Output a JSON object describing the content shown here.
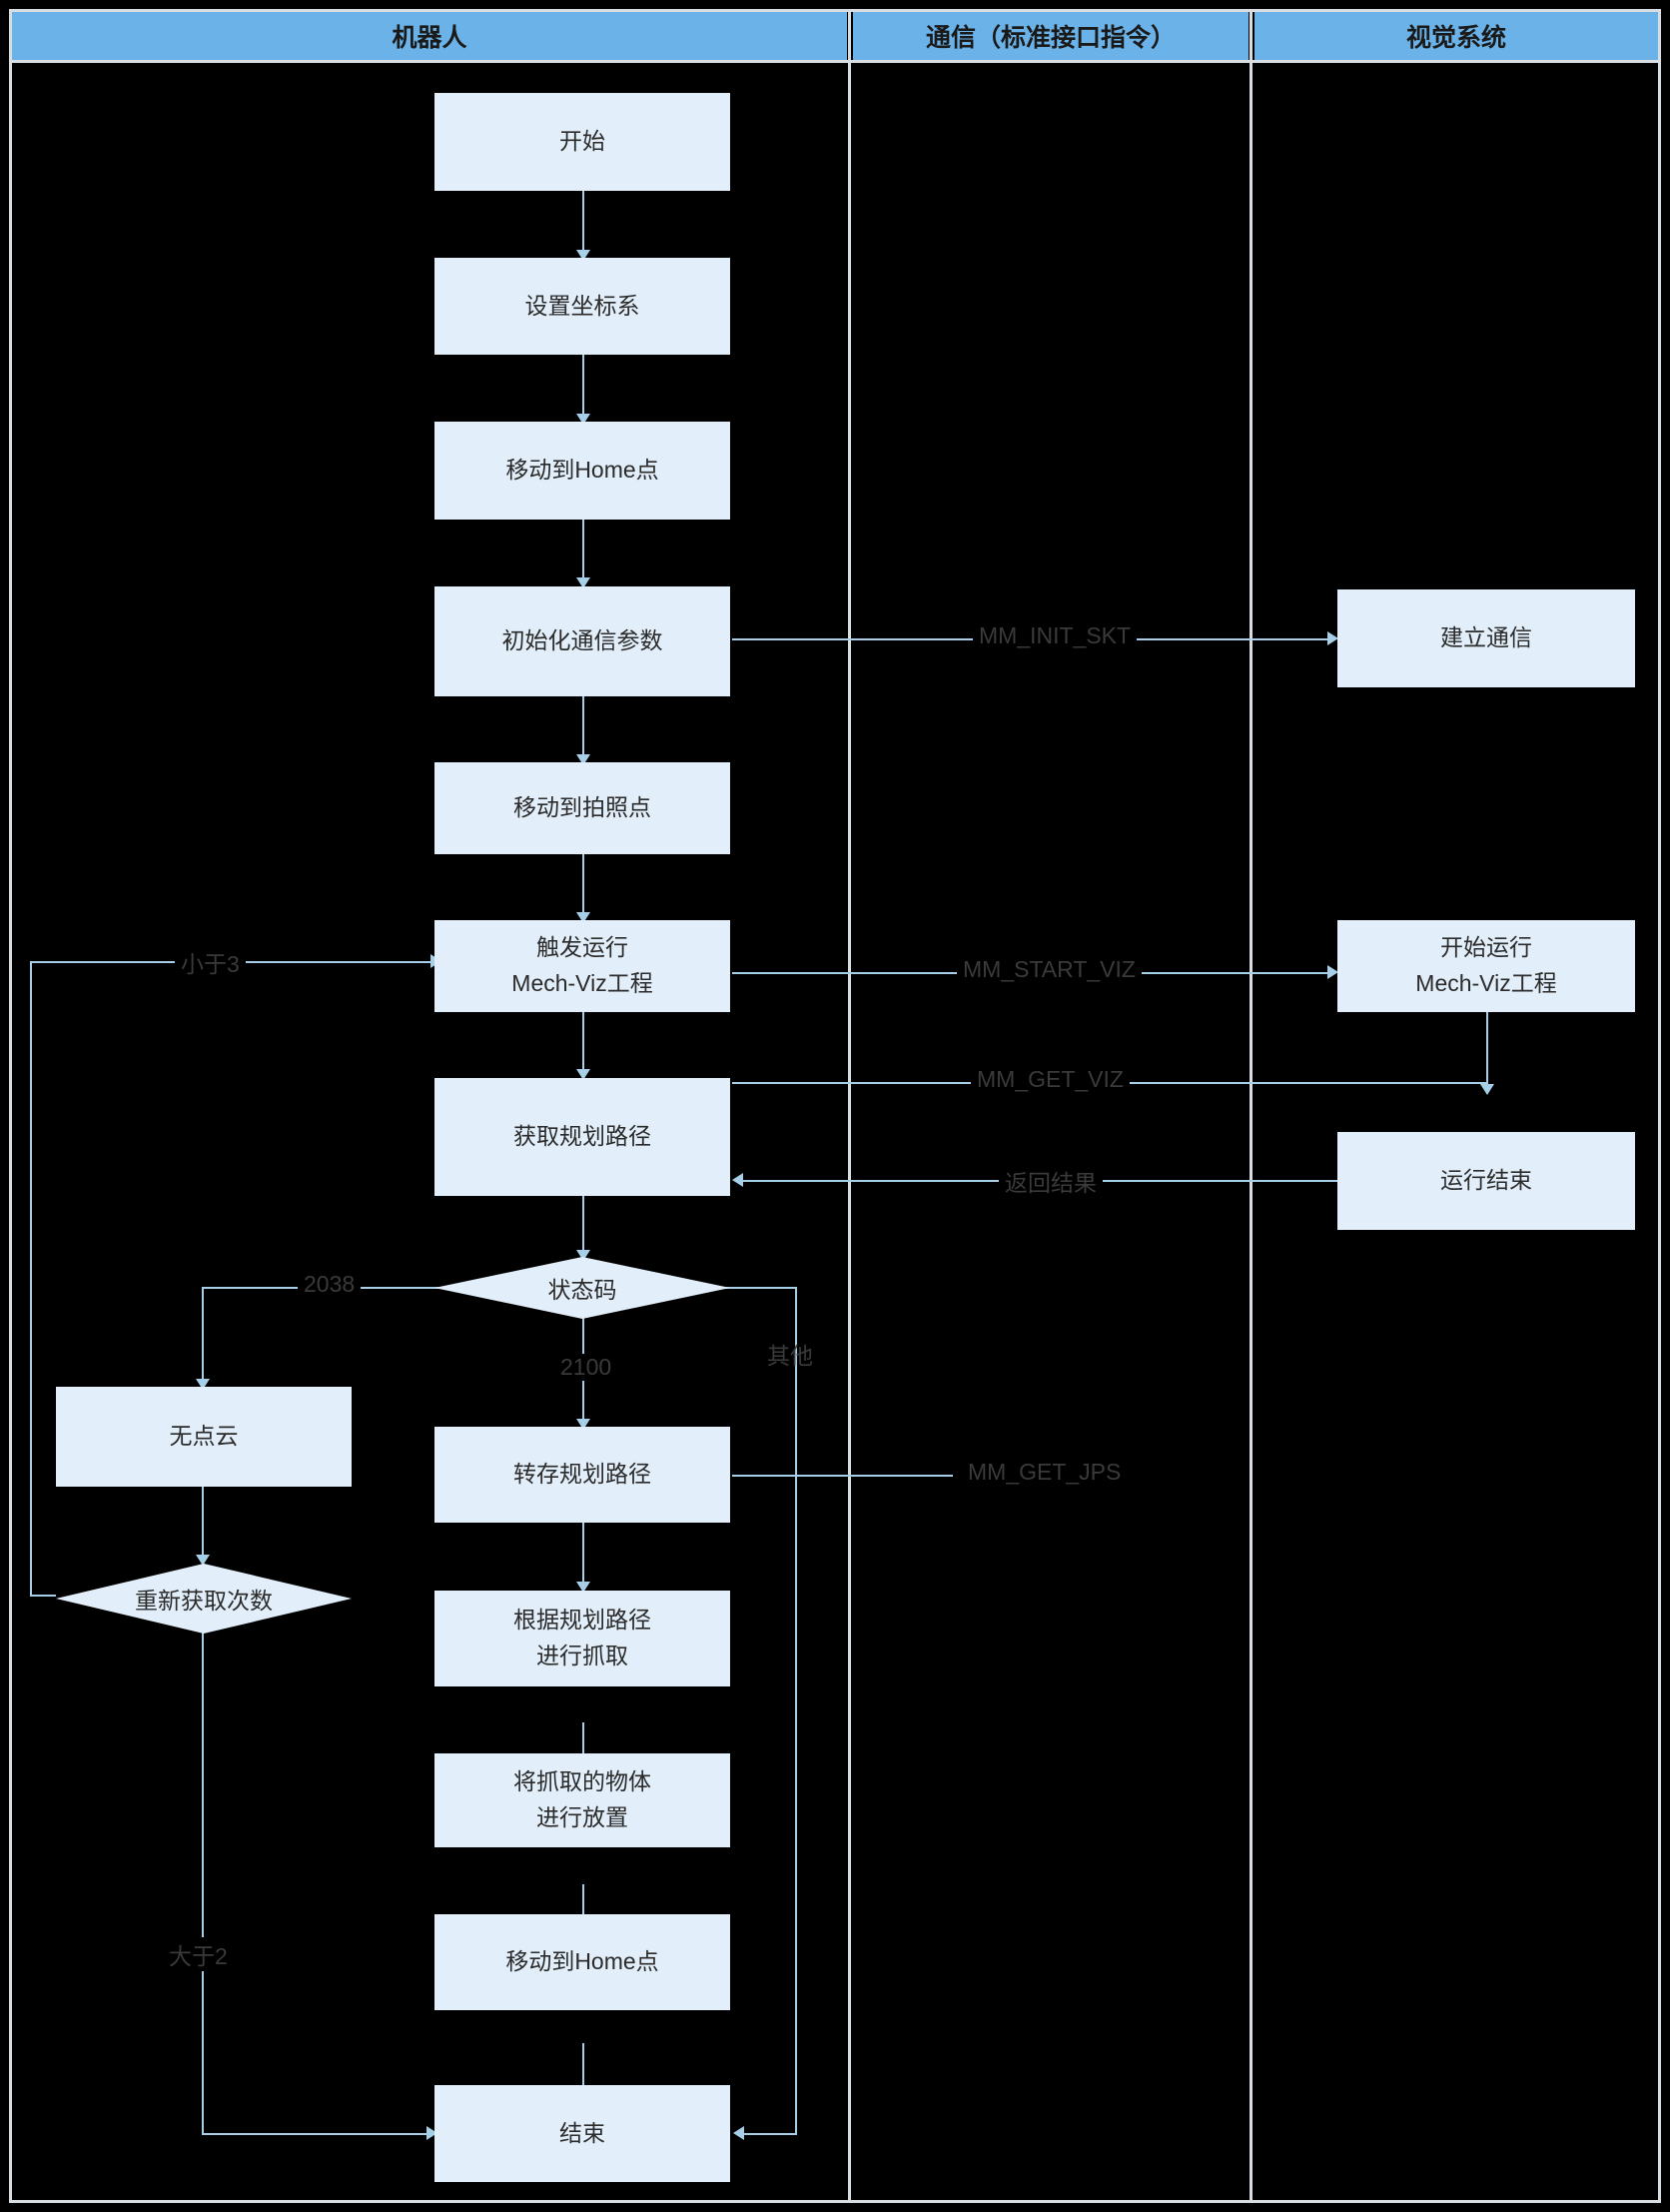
{
  "lanes": [
    {
      "id": "robot",
      "title": "机器人"
    },
    {
      "id": "comm",
      "title": "通信（标准接口指令）"
    },
    {
      "id": "vision",
      "title": "视觉系统"
    }
  ],
  "colors": {
    "lane_header_bg": "#6AB2E7",
    "node_bg": "#E2EEF9",
    "connector": "#A8CFE8",
    "text": "#2b2b2b",
    "canvas": "#000000",
    "divider": "#d8dde2"
  },
  "nodes": {
    "start": {
      "lines": [
        "开始"
      ]
    },
    "set_frame": {
      "lines": [
        "设置坐标系"
      ]
    },
    "move_home_1": {
      "lines": [
        "移动到Home点"
      ]
    },
    "init_comm": {
      "lines": [
        "初始化通信参数"
      ]
    },
    "move_capture": {
      "lines": [
        "移动到拍照点"
      ]
    },
    "trigger_viz": {
      "lines": [
        "触发运行",
        "Mech-Viz工程"
      ]
    },
    "get_path": {
      "lines": [
        "获取规划路径"
      ]
    },
    "status_code": {
      "lines": [
        "状态码"
      ]
    },
    "no_cloud": {
      "lines": [
        "无点云"
      ]
    },
    "retry_count": {
      "lines": [
        "重新获取次数"
      ]
    },
    "save_path": {
      "lines": [
        "转存规划路径"
      ]
    },
    "pick": {
      "lines": [
        "根据规划路径",
        "进行抓取"
      ]
    },
    "place": {
      "lines": [
        "将抓取的物体",
        "进行放置"
      ]
    },
    "move_home_2": {
      "lines": [
        "移动到Home点"
      ]
    },
    "end": {
      "lines": [
        "结束"
      ]
    },
    "establish_comm": {
      "lines": [
        "建立通信"
      ]
    },
    "start_viz": {
      "lines": [
        "开始运行",
        "Mech-Viz工程"
      ]
    },
    "viz_done": {
      "lines": [
        "运行结束"
      ]
    }
  },
  "edge_labels": {
    "mm_init_skt": "MM_INIT_SKT",
    "mm_start_viz": "MM_START_VIZ",
    "mm_get_viz": "MM_GET_VIZ",
    "mm_get_jps": "MM_GET_JPS",
    "return_result": "返回结果",
    "code_2038": "2038",
    "code_2100": "2100",
    "other": "其他",
    "less_than_3": "小于3",
    "greater_than_2": "大于2"
  }
}
